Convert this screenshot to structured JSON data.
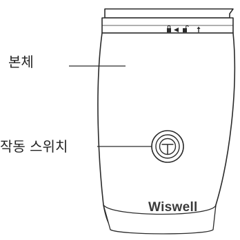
{
  "labels": {
    "body": "본체",
    "switch": "작동 스위치"
  },
  "brand": "Wiswell",
  "icons": [
    "lock-icon",
    "arrow-left-icon",
    "unlock-icon",
    "arrow-up-icon"
  ]
}
